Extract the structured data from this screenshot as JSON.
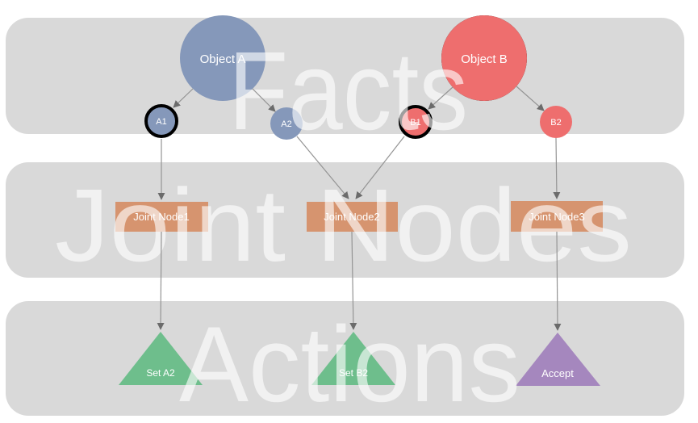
{
  "diagram": {
    "bands": [
      {
        "label": "Facts"
      },
      {
        "label": "Joint Nodes"
      },
      {
        "label": "Actions"
      }
    ],
    "nodes": {
      "object_a": {
        "label": "Object A"
      },
      "a1": {
        "label": "A1"
      },
      "a2": {
        "label": "A2"
      },
      "object_b": {
        "label": "Object B"
      },
      "b1": {
        "label": "B1"
      },
      "b2": {
        "label": "B2"
      },
      "joint1": {
        "label": "Joint Node1"
      },
      "joint2": {
        "label": "Joint Node2"
      },
      "joint3": {
        "label": "Joint Node3"
      },
      "set_a2": {
        "label": "Set A2"
      },
      "set_b2": {
        "label": "Set B2"
      },
      "accept": {
        "label": "Accept"
      }
    },
    "edges": [
      {
        "from": "Object A",
        "to": "A1"
      },
      {
        "from": "Object A",
        "to": "A2"
      },
      {
        "from": "Object B",
        "to": "B1"
      },
      {
        "from": "Object B",
        "to": "B2"
      },
      {
        "from": "A1",
        "to": "Joint Node1"
      },
      {
        "from": "A2",
        "to": "Joint Node2"
      },
      {
        "from": "B1",
        "to": "Joint Node2"
      },
      {
        "from": "B2",
        "to": "Joint Node3"
      },
      {
        "from": "Joint Node1",
        "to": "Set A2"
      },
      {
        "from": "Joint Node2",
        "to": "Set B2"
      },
      {
        "from": "Joint Node3",
        "to": "Accept"
      }
    ],
    "colors": {
      "band_gray": "#d9d9d9",
      "band_label_white": "#ffffff",
      "object_blue": "#8598ba",
      "object_red": "#ee6e6e",
      "joint_orange": "#d6946f",
      "action_green": "#6ebe8c",
      "action_purple": "#a587be",
      "highlight_outline": "#000000",
      "edge_line": "#949494",
      "edge_head": "#6b6b6b"
    }
  }
}
